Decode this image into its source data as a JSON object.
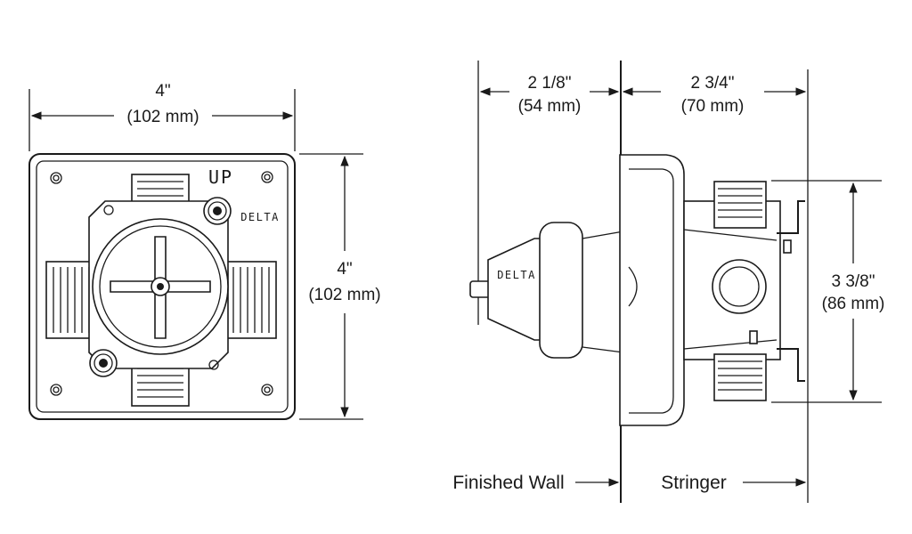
{
  "front_view": {
    "width_dim": {
      "imperial": "4\"",
      "metric": "(102 mm)"
    },
    "height_dim": {
      "imperial": "4\"",
      "metric": "(102 mm)"
    },
    "up_label": "UP",
    "brand_label": "DELTA"
  },
  "side_view": {
    "depth_front_dim": {
      "imperial": "2 1/8\"",
      "metric": "(54 mm)"
    },
    "depth_rear_dim": {
      "imperial": "2 3/4\"",
      "metric": "(70 mm)"
    },
    "height_dim": {
      "imperial": "3 3/8\"",
      "metric": "(86 mm)"
    },
    "brand_label": "DELTA",
    "finished_wall_label": "Finished Wall",
    "stringer_label": "Stringer"
  }
}
